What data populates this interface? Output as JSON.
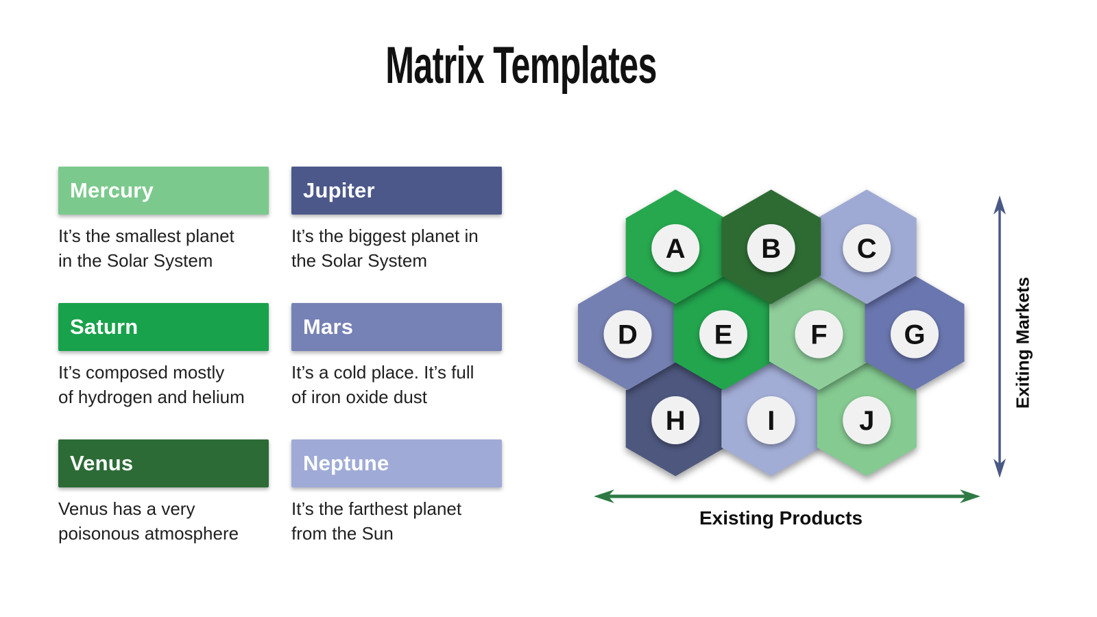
{
  "title": "Matrix Templates",
  "cards": [
    {
      "name": "Mercury",
      "color": "#7CC98D",
      "description_lines": [
        "It’s the smallest planet",
        "in the Solar System"
      ]
    },
    {
      "name": "Jupiter",
      "color": "#4C588A",
      "description_lines": [
        "It’s the biggest planet in",
        "the Solar System"
      ]
    },
    {
      "name": "Saturn",
      "color": "#18A24B",
      "description_lines": [
        "It’s composed mostly",
        "of hydrogen and helium"
      ]
    },
    {
      "name": "Mars",
      "color": "#7681B5",
      "description_lines": [
        "It’s a cold place. It’s full",
        "of iron oxide dust"
      ]
    },
    {
      "name": "Venus",
      "color": "#2C6B36",
      "description_lines": [
        "Venus has a very",
        "poisonous atmosphere"
      ]
    },
    {
      "name": "Neptune",
      "color": "#9FABD6",
      "description_lines": [
        "It’s the farthest planet",
        "from the Sun"
      ]
    }
  ],
  "matrix": {
    "hexagons": [
      {
        "letter": "A",
        "row": 0,
        "col": 0,
        "color": "#27A84E"
      },
      {
        "letter": "B",
        "row": 0,
        "col": 1,
        "color": "#2E6B33"
      },
      {
        "letter": "C",
        "row": 0,
        "col": 2,
        "color": "#9FAAD4"
      },
      {
        "letter": "D",
        "row": 1,
        "col": 0,
        "color": "#7580B2"
      },
      {
        "letter": "E",
        "row": 1,
        "col": 1,
        "color": "#23A54E"
      },
      {
        "letter": "F",
        "row": 1,
        "col": 2,
        "color": "#8FCE9B"
      },
      {
        "letter": "G",
        "row": 1,
        "col": 3,
        "color": "#6A76AF"
      },
      {
        "letter": "H",
        "row": 2,
        "col": 0,
        "color": "#4E587F"
      },
      {
        "letter": "I",
        "row": 2,
        "col": 1,
        "color": "#A2ADD6"
      },
      {
        "letter": "J",
        "row": 2,
        "col": 2,
        "color": "#85CA91"
      }
    ],
    "circle_color": "#F1F1F2",
    "x_axis": {
      "label": "Existing Products",
      "color": "#2D7A44"
    },
    "y_axis": {
      "label": "Exiting Markets",
      "color": "#4A5885"
    }
  }
}
